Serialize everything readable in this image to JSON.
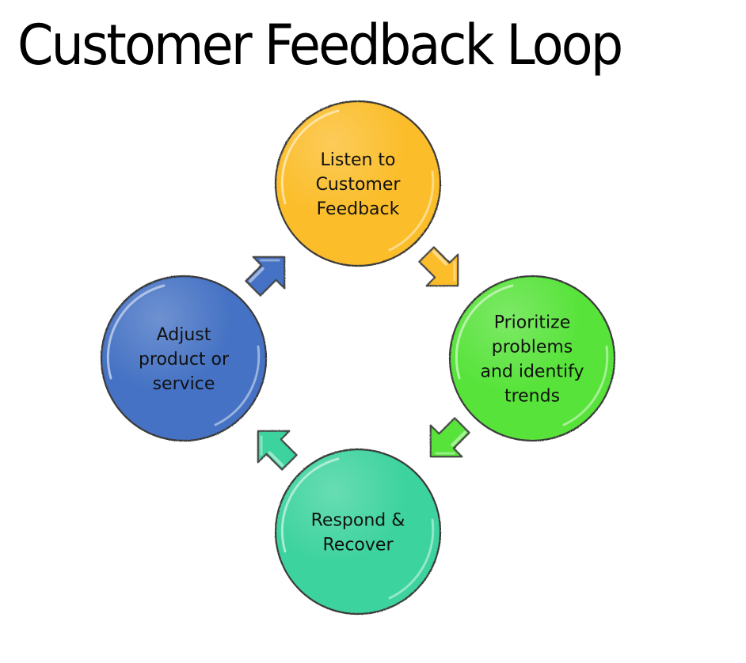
{
  "title": "Customer Feedback Loop",
  "diagram": {
    "type": "cycle",
    "direction": "clockwise",
    "nodes": [
      {
        "id": "listen",
        "lines": [
          "Listen to",
          "Customer",
          "Feedback"
        ],
        "color": "#FBBD2B",
        "position": "top"
      },
      {
        "id": "prioritize",
        "lines": [
          "Prioritize",
          "problems",
          "and identify",
          "trends"
        ],
        "color": "#58E33A",
        "position": "right"
      },
      {
        "id": "respond",
        "lines": [
          "Respond &",
          "Recover"
        ],
        "color": "#3ED39E",
        "position": "bottom"
      },
      {
        "id": "adjust",
        "lines": [
          "Adjust",
          "product or",
          "service"
        ],
        "color": "#4472C4",
        "position": "left"
      }
    ],
    "arrows": [
      {
        "from": "listen",
        "to": "prioritize",
        "color": "#FBBD2B",
        "direction": "down-right"
      },
      {
        "from": "prioritize",
        "to": "respond",
        "color": "#58E33A",
        "direction": "down-left"
      },
      {
        "from": "respond",
        "to": "adjust",
        "color": "#3ED39E",
        "direction": "up-left"
      },
      {
        "from": "adjust",
        "to": "listen",
        "color": "#4472C4",
        "direction": "up-right"
      }
    ]
  }
}
